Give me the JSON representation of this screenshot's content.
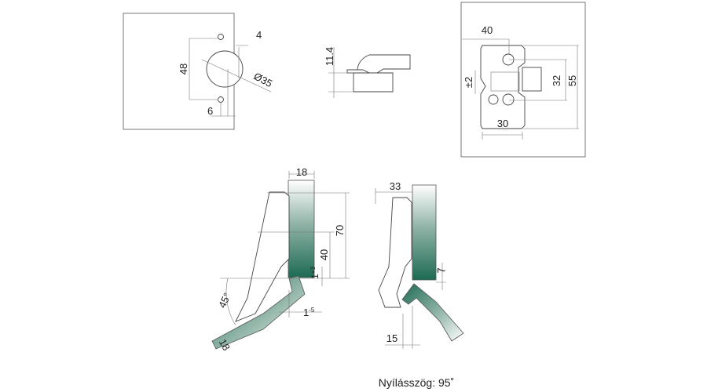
{
  "drilling_view": {
    "dim_hole_spacing": "48",
    "dim_edge": "4",
    "dim_diameter": "Ø35",
    "dim_offset": "6"
  },
  "side_view": {
    "dim_height": "11.4"
  },
  "plate_view": {
    "dim_depth": "40",
    "dim_adjust": "±2",
    "dim_hole_spacing": "32",
    "dim_length": "55",
    "dim_width": "30"
  },
  "left_hinge": {
    "dim_door": "18",
    "dim_height": "70",
    "dim_mid": "40",
    "dim_overlay": "1",
    "dim_overlay_sup": "+3",
    "dim_angle": "45°",
    "dim_panel": "18",
    "dim_gap": "1",
    "dim_gap_sup": "-5"
  },
  "right_hinge": {
    "dim_width": "33",
    "dim_offset": "7",
    "dim_cup": "15"
  },
  "caption": "Nyílásszög: 95˚",
  "colors": {
    "panel_green": "#1d6a53"
  }
}
